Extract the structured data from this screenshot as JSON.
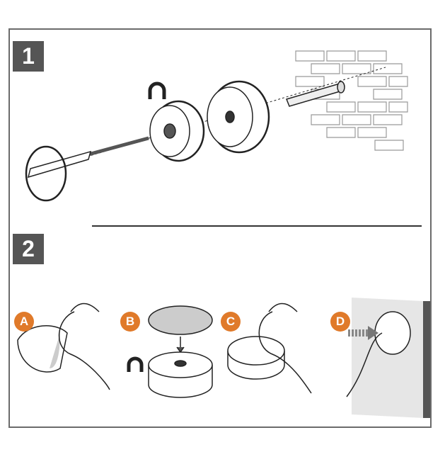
{
  "steps": [
    {
      "number": "1"
    },
    {
      "number": "2",
      "substeps": [
        "A",
        "B",
        "C",
        "D"
      ]
    }
  ],
  "colors": {
    "accent": "#e07a2a",
    "badge": "#555555",
    "frame": "#6b6b6b"
  }
}
